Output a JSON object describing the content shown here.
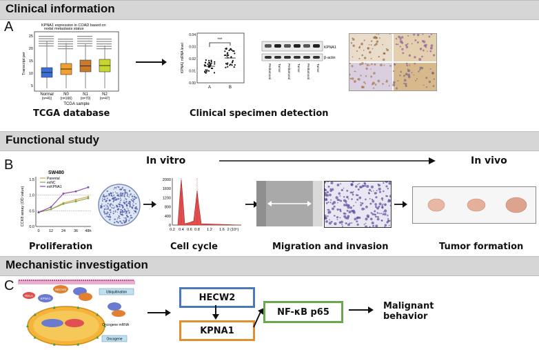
{
  "sections": {
    "clinical": "Clinical information",
    "functional": "Functional study",
    "mechanistic": "Mechanistic investigation"
  },
  "panels": {
    "a": "A",
    "b": "B",
    "c": "C"
  },
  "panel_a": {
    "boxplot": {
      "title": "KPNA1 expression in COAD based on nodal metastasis status",
      "ylabel": "Transcript per",
      "xlabel": "TCGA sample",
      "y_ticks": [
        "25",
        "20",
        "15",
        "10",
        "5"
      ],
      "groups": [
        {
          "name": "Normal",
          "n": "(n=41)",
          "color": "#3a6fd8"
        },
        {
          "name": "N0",
          "n": "(n=166)",
          "color": "#f0a030"
        },
        {
          "name": "N1",
          "n": "(n=70)",
          "color": "#c97a2a"
        },
        {
          "name": "N2",
          "n": "(n=47)",
          "color": "#c8d630"
        }
      ]
    },
    "scatter": {
      "ylabel": "KPNA1 mRNA level",
      "y_ticks": [
        "0.04",
        "0.03",
        "0.02",
        "0.01",
        "0.00"
      ],
      "x_labels": [
        "A",
        "B"
      ],
      "sig": "***"
    },
    "western": {
      "labels": [
        "KPNA1",
        "β-actin"
      ],
      "lanes": [
        "Peritumoral",
        "Tumor",
        "Peritumoral",
        "Tumor",
        "Peritumoral",
        "Tumor"
      ]
    },
    "caption_left": "TCGA database",
    "caption_mid": "Clinical specimen detection"
  },
  "panel_b": {
    "in_vitro": "In vitro",
    "in_vivo": "In vivo",
    "ccK8": {
      "title": "SW480",
      "ylabel": "CCK8 assay (OD value)",
      "x_ticks": [
        "0",
        "12",
        "24",
        "36",
        "48h"
      ],
      "y_ticks": [
        "1.5",
        "1.0",
        "0.5",
        "0.0"
      ],
      "legend": [
        "Parental",
        "exNC",
        "exKPNA1"
      ],
      "colors": [
        "#d8a23a",
        "#7aa64a",
        "#8a3fb0"
      ]
    },
    "cell_cycle": {
      "y_ticks": [
        "2000",
        "1600",
        "1200",
        "800",
        "400",
        "0"
      ],
      "x_ticks": [
        "0.2",
        "0.4",
        "0.6",
        "0.8",
        "1.2",
        "1.6",
        "2 (10⁶)"
      ]
    },
    "captions": [
      "Proliferation",
      "Cell  cycle",
      "Migration and invasion",
      "Tumor formation"
    ]
  },
  "panel_c": {
    "pathway_labels": [
      "RELA",
      "KPNA1",
      "HECW2",
      "Ubiquitination",
      "Oncogene mRNA",
      "Oncogene"
    ],
    "flow": {
      "hecw2": "HECW2",
      "kpna1": "KPNA1",
      "nfkb": "NF-κB p65",
      "outcome": "Malignant\nbehavior"
    },
    "colors": {
      "hecw2_border": "#4a78b8",
      "kpna1_border": "#e0902e",
      "nfkb_border": "#6aa84f"
    }
  }
}
